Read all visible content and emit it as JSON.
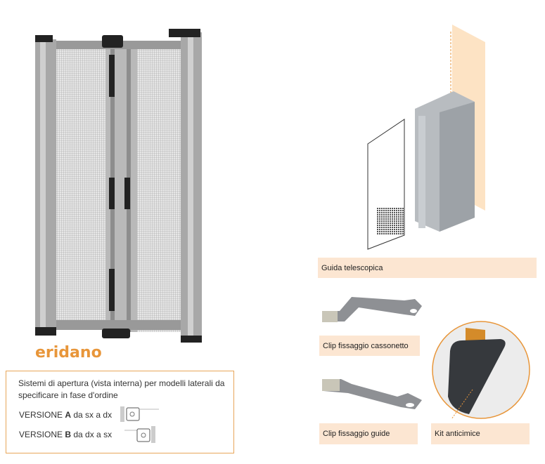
{
  "brand": "eridano",
  "opening_box": {
    "description": "Sistemi di apertura (vista interna) per modelli laterali da specificare in fase d'ordine",
    "version_a": {
      "prefix": "VERSIONE ",
      "letter": "A",
      "suffix": " da sx a dx"
    },
    "version_b": {
      "prefix": "VERSIONE ",
      "letter": "B",
      "suffix": " da dx a sx"
    }
  },
  "components": [
    {
      "label": "Guida telescopica"
    },
    {
      "label": "Clip fissaggio cassonetto"
    },
    {
      "label": "Clip fissaggio guide"
    },
    {
      "label": "Kit anticimice"
    }
  ],
  "colors": {
    "accent": "#e8963a",
    "label_bg": "#fce6d2"
  }
}
